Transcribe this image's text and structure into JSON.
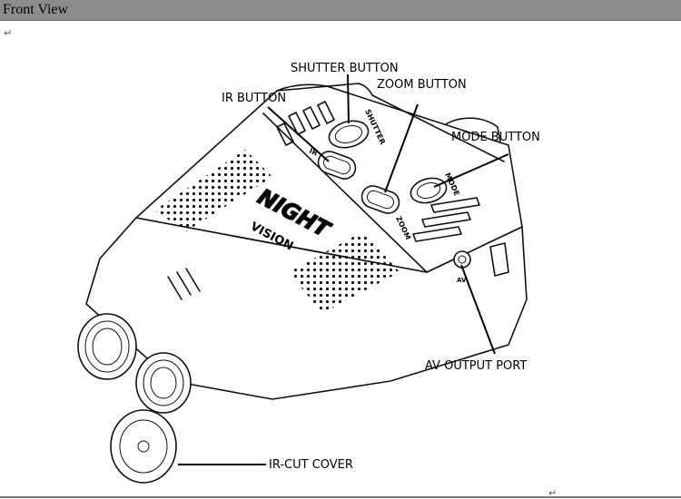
{
  "header": {
    "title": "Front View"
  },
  "para_mark": "↵",
  "device": {
    "brand_line1": "NIGHT",
    "brand_line2": "VISION",
    "button_text_shutter": "SHUTTER",
    "button_text_ir": "IR",
    "button_text_zoom": "ZOOM",
    "button_text_mode": "MODE",
    "port_text_av": "AV"
  },
  "callouts": {
    "shutter": "SHUTTER BUTTON",
    "ir": "IR BUTTON",
    "zoom": "ZOOM BUTTON",
    "mode": "MODE BUTTON",
    "av": "AV OUTPUT PORT",
    "ircut": "IR-CUT COVER"
  }
}
